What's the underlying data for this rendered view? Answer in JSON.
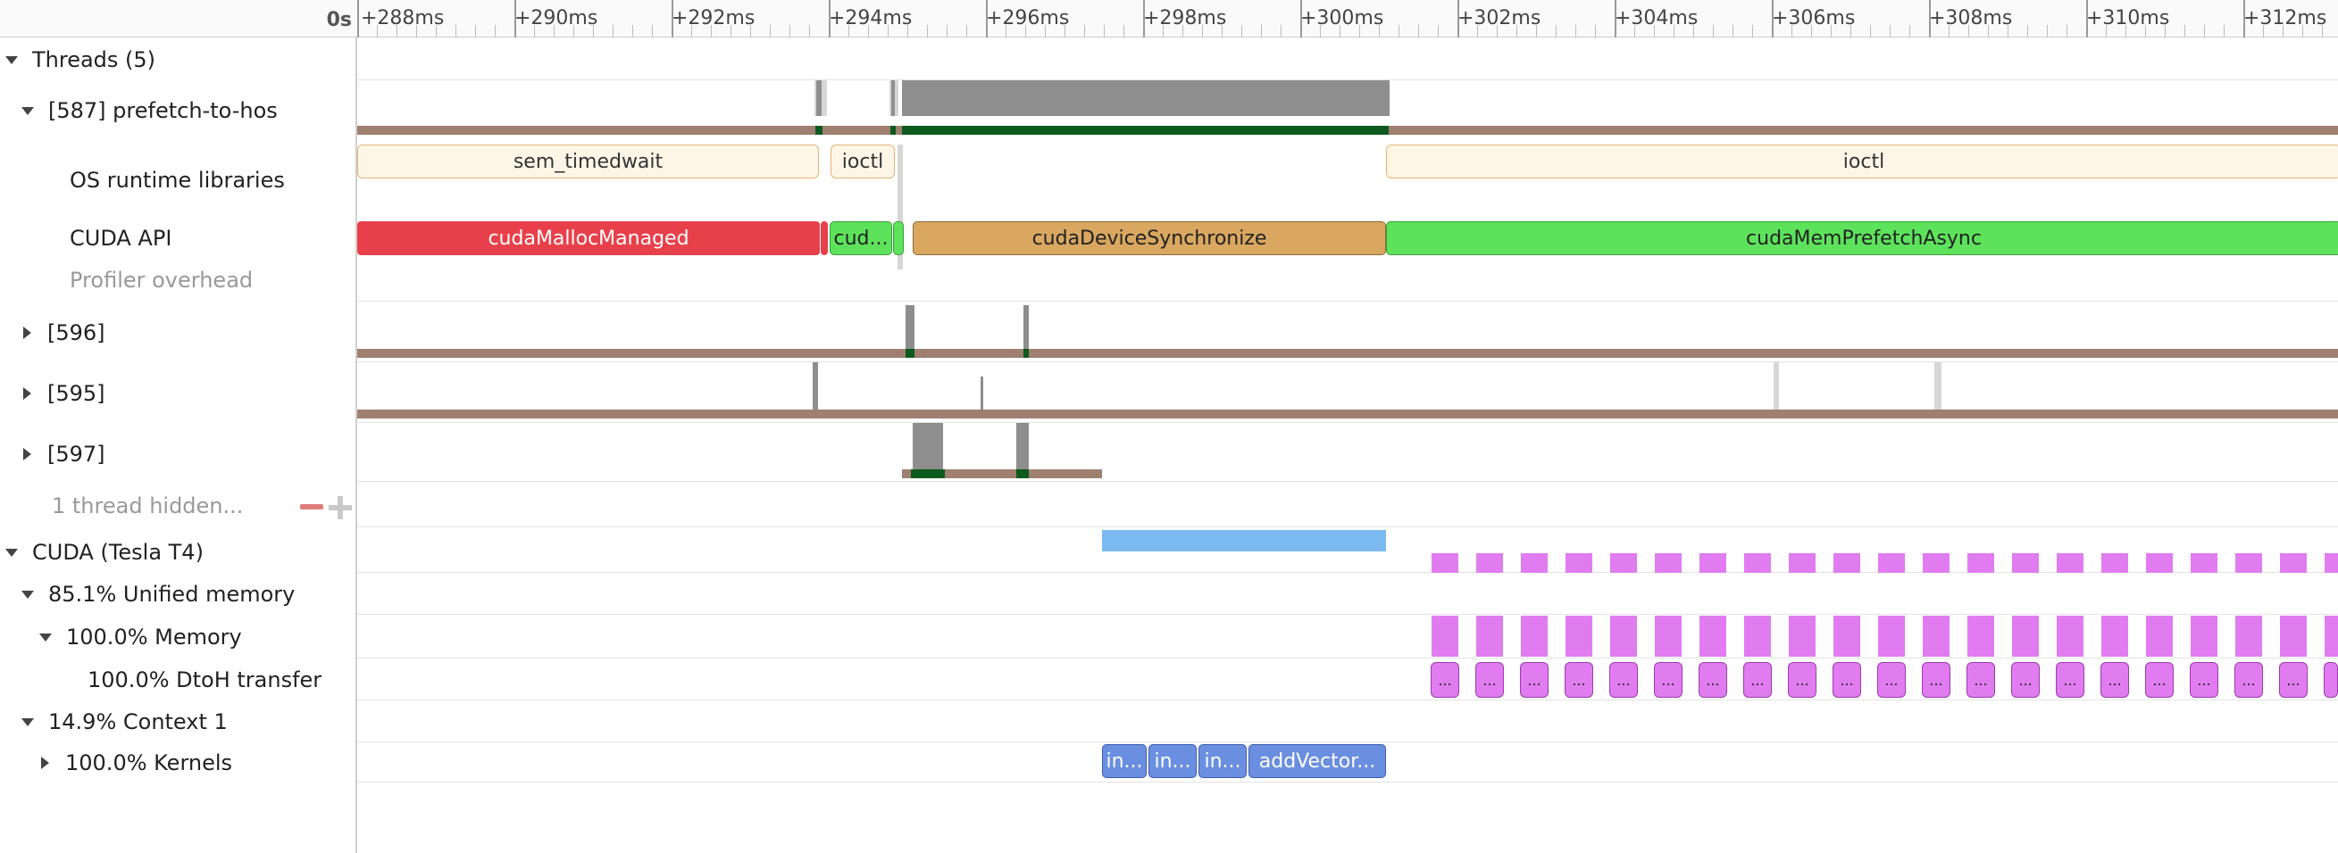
{
  "ruler": {
    "origin": "0s",
    "ticks": [
      "+288ms",
      "+290ms",
      "+292ms",
      "+294ms",
      "+296ms",
      "+298ms",
      "+300ms",
      "+302ms",
      "+304ms",
      "+306ms",
      "+308ms",
      "+310ms",
      "+312ms"
    ]
  },
  "tree": {
    "threads": "Threads (5)",
    "thread587": "[587] prefetch-to-hos",
    "os_runtime": "OS runtime libraries",
    "cuda_api": "CUDA API",
    "profiler_overhead": "Profiler overhead",
    "thread596": "[596]",
    "thread595": "[595]",
    "thread597": "[597]",
    "hidden": "1 thread hidden...",
    "cuda_device": "CUDA (Tesla T4)",
    "unified_memory": "85.1% Unified memory",
    "memory": "100.0% Memory",
    "dtoh": "100.0% DtoH transfer",
    "context": "14.9% Context 1",
    "kernels": "100.0% Kernels"
  },
  "os_bars": {
    "sem_timedwait": "sem_timedwait",
    "ioctl_short": "ioctl",
    "ioctl_long": "ioctl"
  },
  "api_bars": {
    "malloc": "cudaMallocManaged",
    "cud_short": "cud...",
    "sync": "cudaDeviceSynchronize",
    "prefetch": "cudaMemPrefetchAsync"
  },
  "kernel_bars": {
    "k1": "in...",
    "k2": "in...",
    "k3": "in...",
    "k4": "addVector..."
  },
  "dtoh_label": "...",
  "colors": {
    "os_runtime": "#fdf6e6",
    "malloc": "#e8404a",
    "green_api": "#5de35b",
    "sync": "#d9a760",
    "kernel": "#6a8fe0",
    "memory": "#e07cf0",
    "range": "#7bbaf0",
    "thread_state": "#9e7f70"
  }
}
